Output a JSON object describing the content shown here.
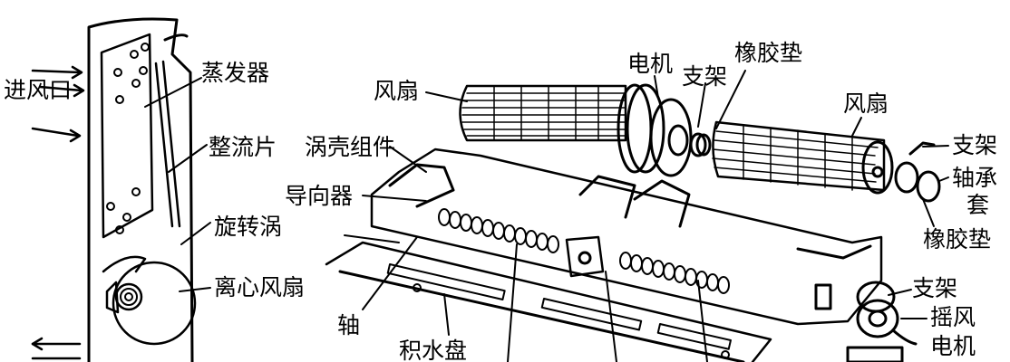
{
  "labels": {
    "inlet": "进风口",
    "evaporator": "蒸发器",
    "rectifier": "整流片",
    "volute_assembly": "涡壳组件",
    "guide": "导向器",
    "swirl": "旋转涡",
    "centrifugal_fan": "离心风扇",
    "shaft": "轴",
    "drip_tray": "积水盘",
    "fan_left": "风扇",
    "motor": "电机",
    "bracket_top": "支架",
    "rubber_pad_top": "橡胶垫",
    "fan_right": "风扇",
    "bracket_right": "支架",
    "bearing_sleeve_1": "轴承",
    "bearing_sleeve_2": "套",
    "rubber_pad_right": "橡胶垫",
    "bracket_bottom": "支架",
    "swing_motor_1": "摇风",
    "swing_motor_2": "电机"
  }
}
